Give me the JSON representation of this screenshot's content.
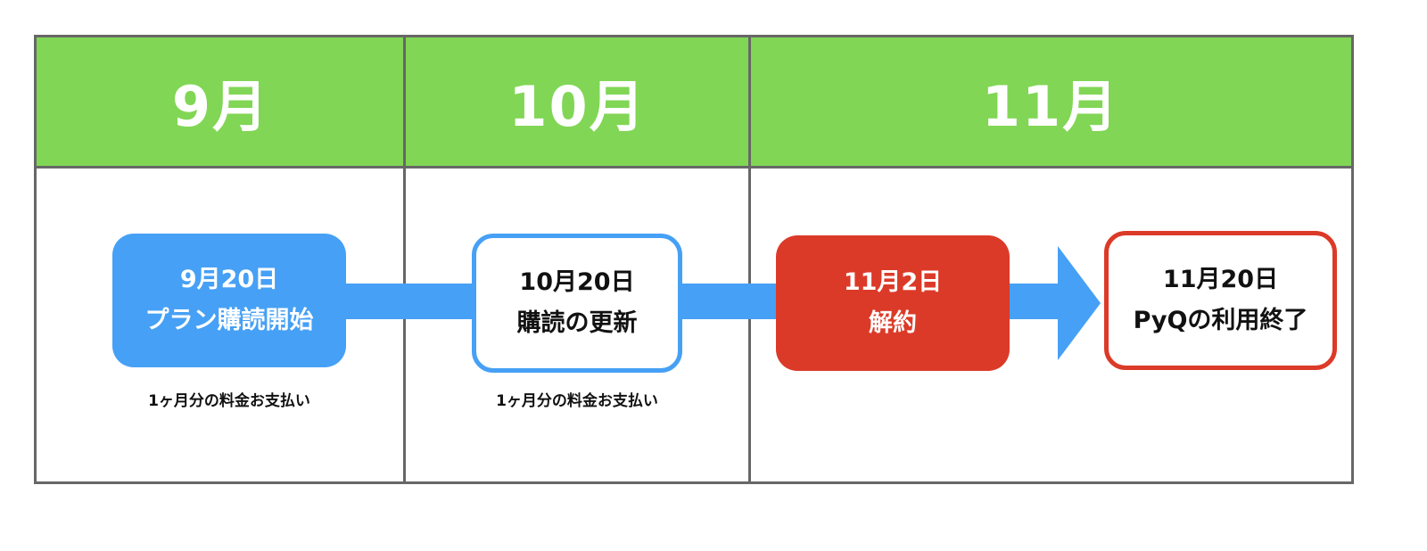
{
  "months": [
    {
      "label": "9月"
    },
    {
      "label": "10月"
    },
    {
      "label": "11月"
    }
  ],
  "events": [
    {
      "date": "9月20日",
      "text": "プラン購読開始"
    },
    {
      "date": "10月20日",
      "text": "購読の更新"
    },
    {
      "date": "11月2日",
      "text": "解約"
    },
    {
      "date": "11月20日",
      "text": "PyQの利用終了"
    }
  ],
  "notes": [
    {
      "text": "1ヶ月分の料金お支払い"
    },
    {
      "text": "1ヶ月分の料金お支払い"
    }
  ],
  "colors": {
    "header_green": "#81d655",
    "flow_blue": "#46a0f5",
    "cancel_red": "#dc3a28",
    "grid_gray": "#676767"
  }
}
